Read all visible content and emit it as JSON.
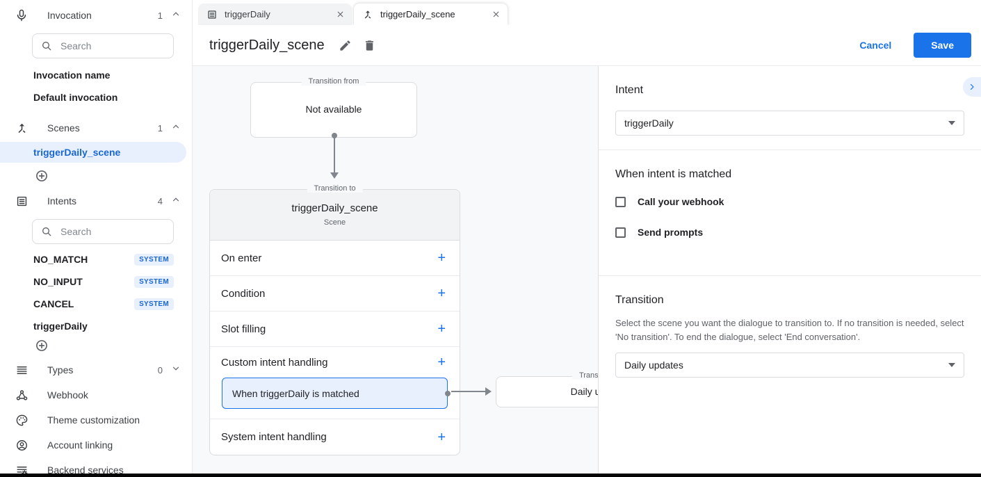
{
  "colors": {
    "accent": "#1a73e8",
    "selected_bg": "#e8f0fe",
    "selected_text": "#1967d2",
    "canvas_bg": "#f8f9fa"
  },
  "sidebar": {
    "invocation": {
      "label": "Invocation",
      "count": "1"
    },
    "search_placeholder": "Search",
    "invocation_items": {
      "0": "Invocation name",
      "1": "Default invocation"
    },
    "scenes": {
      "label": "Scenes",
      "count": "1"
    },
    "selected_scene": "triggerDaily_scene",
    "intents": {
      "label": "Intents",
      "count": "4"
    },
    "intent_search_placeholder": "Search",
    "intent_items": [
      {
        "name": "NO_MATCH",
        "badge": "SYSTEM"
      },
      {
        "name": "NO_INPUT",
        "badge": "SYSTEM"
      },
      {
        "name": "CANCEL",
        "badge": "SYSTEM"
      },
      {
        "name": "triggerDaily",
        "badge": ""
      }
    ],
    "types": {
      "label": "Types",
      "count": "0"
    },
    "nav_items": {
      "webhook": "Webhook",
      "theme": "Theme customization",
      "account": "Account linking",
      "backend": "Backend services"
    }
  },
  "tabs": [
    {
      "label": "triggerDaily"
    },
    {
      "label": "triggerDaily_scene"
    }
  ],
  "header": {
    "title": "triggerDaily_scene",
    "cancel_label": "Cancel",
    "save_label": "Save"
  },
  "canvas": {
    "transition_from": {
      "legend": "Transition from",
      "content": "Not available"
    },
    "scene_card": {
      "legend": "Transition to",
      "title": "triggerDaily_scene",
      "subtitle": "Scene",
      "rows": [
        "On enter",
        "Condition",
        "Slot filling",
        "Custom intent handling",
        "System intent handling"
      ],
      "plus": "+",
      "custom_intent_item": "When triggerDaily is matched"
    },
    "target_card": {
      "legend": "Transition to",
      "content": "Daily updates"
    }
  },
  "panel": {
    "intent_section": {
      "title": "Intent",
      "selected": "triggerDaily"
    },
    "matched_section": {
      "title": "When intent is matched",
      "checkboxes": [
        {
          "label": "Call your webhook",
          "checked": false
        },
        {
          "label": "Send prompts",
          "checked": false
        }
      ]
    },
    "transition_section": {
      "title": "Transition",
      "description": "Select the scene you want the dialogue to transition to. If no transition is needed, select 'No transition'. To end the dialogue, select 'End conversation'.",
      "selected": "Daily updates"
    }
  }
}
